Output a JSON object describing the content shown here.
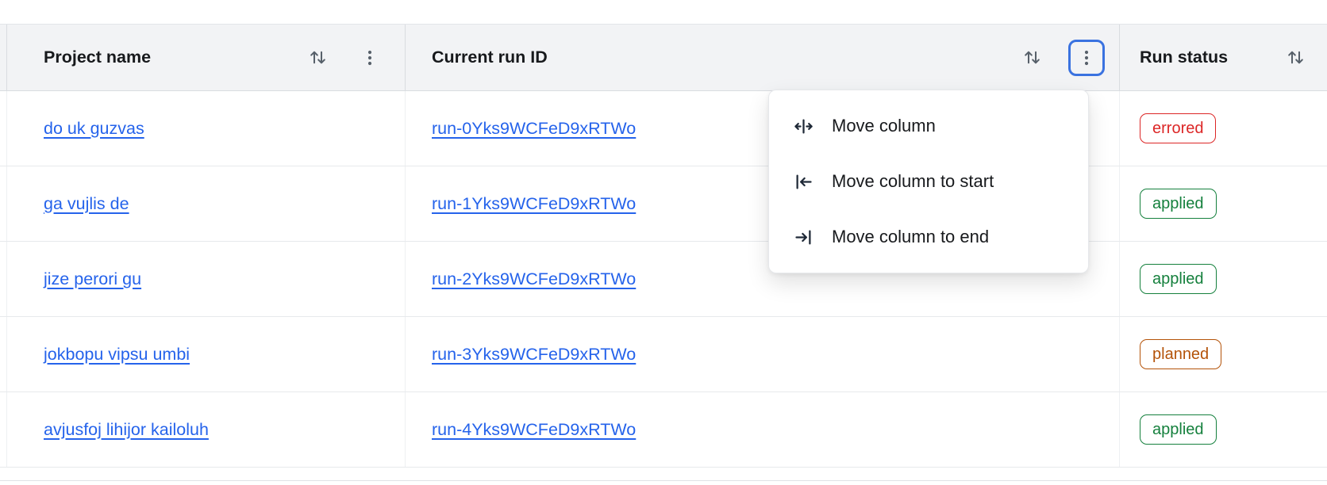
{
  "table": {
    "columns": [
      {
        "label": "Project name"
      },
      {
        "label": "Current run ID"
      },
      {
        "label": "Run status"
      }
    ],
    "rows": [
      {
        "project": "do uk guzvas",
        "run_id": "run-0Yks9WCFeD9xRTWo",
        "status": "errored"
      },
      {
        "project": "ga vujlis de",
        "run_id": "run-1Yks9WCFeD9xRTWo",
        "status": "applied"
      },
      {
        "project": "jize perori gu",
        "run_id": "run-2Yks9WCFeD9xRTWo",
        "status": "applied"
      },
      {
        "project": "jokbopu vipsu umbi",
        "run_id": "run-3Yks9WCFeD9xRTWo",
        "status": "planned"
      },
      {
        "project": "avjusfoj lihijor kailoluh",
        "run_id": "run-4Yks9WCFeD9xRTWo",
        "status": "applied"
      }
    ]
  },
  "menu": {
    "items": [
      {
        "label": "Move column",
        "icon": "move-column-icon"
      },
      {
        "label": "Move column to start",
        "icon": "move-column-to-start-icon"
      },
      {
        "label": "Move column to end",
        "icon": "move-column-to-end-icon"
      }
    ]
  },
  "icons": {
    "sort": "sort-arrows-icon",
    "column_menu": "kebab-menu-icon"
  },
  "colors": {
    "link_blue": "#2563eb",
    "focus_ring_blue": "#3a72e0",
    "status_errored": "#dc2626",
    "status_applied": "#15803d",
    "status_planned": "#b45309",
    "header_bg": "#f2f3f5"
  }
}
